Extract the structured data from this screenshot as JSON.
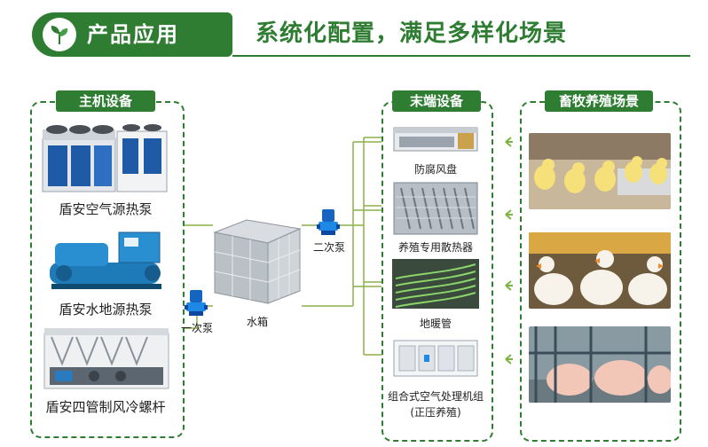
{
  "header": {
    "title": "产品应用",
    "slogan": "系统化配置，满足多样化场景"
  },
  "main_units": {
    "tag": "主机设备",
    "items": [
      {
        "label": "盾安空气源热泵",
        "icon": "air-source-heat-pump"
      },
      {
        "label": "盾安水地源热泵",
        "icon": "water-ground-source-heat-pump"
      },
      {
        "label": "盾安四管制风冷螺杆",
        "icon": "four-pipe-air-cooled-screw-chiller"
      }
    ]
  },
  "center": {
    "primary_pump": "一次泵",
    "tank": "水箱",
    "secondary_pump": "二次泵"
  },
  "terminals": {
    "tag": "末端设备",
    "items": [
      {
        "label": "防腐风盘",
        "icon": "anti-corrosion-fan-coil"
      },
      {
        "label": "养殖专用散热器",
        "icon": "breeding-radiator"
      },
      {
        "label": "地暖管",
        "icon": "floor-heating-pipe"
      },
      {
        "label": "组合式空气处理机组",
        "label2": "(正压养殖)",
        "icon": "air-handling-unit"
      }
    ]
  },
  "scenes": {
    "tag": "畜牧养殖场景",
    "items": [
      {
        "name": "chicks",
        "icon": "chicken-farm"
      },
      {
        "name": "ducks",
        "icon": "duck-farm"
      },
      {
        "name": "pigs",
        "icon": "pig-farm"
      }
    ]
  },
  "colors": {
    "brand_green": "#2e7d32",
    "pipe_green": "#8db14a",
    "pump_blue": "#1565c0"
  }
}
